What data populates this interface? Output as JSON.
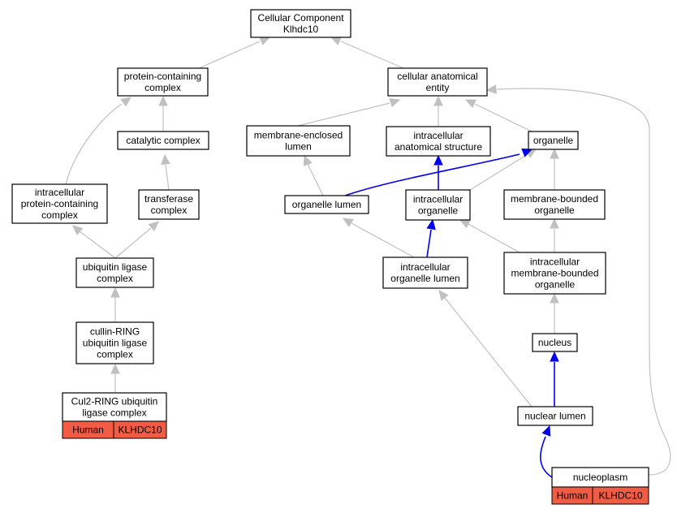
{
  "colors": {
    "tag_fill": "#f25c45",
    "edge_gray": "#c0c0c0",
    "edge_blue": "#0000ee"
  },
  "nodes": {
    "root": [
      "Cellular Component",
      "Klhdc10"
    ],
    "protein_complex": [
      "protein-containing",
      "complex"
    ],
    "cellular_entity": [
      "cellular anatomical",
      "entity"
    ],
    "catalytic": [
      "catalytic complex"
    ],
    "membrane_enclosed_lumen": [
      "membrane-enclosed",
      "lumen"
    ],
    "intracellular_structure": [
      "intracellular",
      "anatomical structure"
    ],
    "organelle": [
      "organelle"
    ],
    "intracellular_protein_complex": [
      "intracellular",
      "protein-containing",
      "complex"
    ],
    "transferase": [
      "transferase",
      "complex"
    ],
    "organelle_lumen": [
      "organelle lumen"
    ],
    "intracellular_organelle": [
      "intracellular",
      "organelle"
    ],
    "membrane_bounded": [
      "membrane-bounded",
      "organelle"
    ],
    "ubiquitin_ligase": [
      "ubiquitin ligase",
      "complex"
    ],
    "intracellular_organelle_lumen": [
      "intracellular",
      "organelle lumen"
    ],
    "intracellular_membrane_bounded": [
      "intracellular",
      "membrane-bounded",
      "organelle"
    ],
    "nucleus": [
      "nucleus"
    ],
    "cullin_ring": [
      "cullin-RING",
      "ubiquitin ligase",
      "complex"
    ],
    "nuclear_lumen": [
      "nuclear lumen"
    ],
    "cul2_ring": [
      "Cul2-RING ubiquitin",
      "ligase complex"
    ],
    "nucleoplasm": [
      "nucleoplasm"
    ]
  },
  "tags": {
    "cul2_ring": [
      "Human",
      "KLHDC10"
    ],
    "nucleoplasm": [
      "Human",
      "KLHDC10"
    ]
  }
}
